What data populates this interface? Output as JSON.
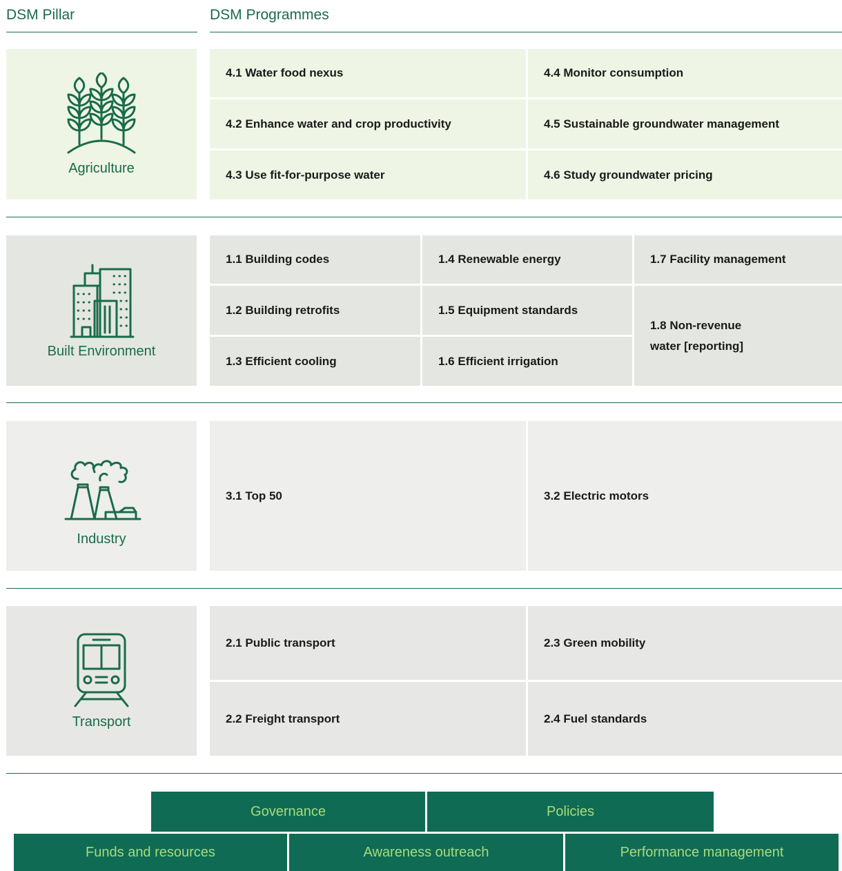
{
  "header": {
    "pillar_title": "DSM Pillar",
    "programmes_title": "DSM Programmes"
  },
  "pillars": [
    {
      "label": "Agriculture",
      "icon": "wheat-icon",
      "programmes": [
        "4.1 Water food nexus",
        "4.4 Monitor consumption",
        "4.2 Enhance water and crop productivity",
        "4.5 Sustainable groundwater management",
        "4.3 Use fit-for-purpose water",
        "4.6 Study groundwater pricing"
      ]
    },
    {
      "label": "Built Environment",
      "icon": "buildings-icon",
      "programmes": [
        "1.1 Building codes",
        "1.4 Renewable energy",
        "1.7 Facility management",
        "1.2 Building retrofits",
        "1.5 Equipment standards",
        "1.3 Efficient cooling",
        "1.6 Efficient irrigation",
        "1.8 Non-revenue water [reporting]"
      ]
    },
    {
      "label": "Industry",
      "icon": "factory-icon",
      "programmes": [
        "3.1 Top 50",
        "3.2 Electric motors"
      ]
    },
    {
      "label": "Transport",
      "icon": "train-icon",
      "programmes": [
        "2.1 Public transport",
        "2.3 Green mobility",
        "2.2 Freight transport",
        "2.4 Fuel standards"
      ]
    }
  ],
  "enablers": {
    "governance": "Governance",
    "policies": "Policies",
    "funds": "Funds and resources",
    "awareness": "Awareness outreach",
    "performance": "Performance management"
  },
  "colors": {
    "accent": "#1a6b4a",
    "enabler_bg": "#0f6b53",
    "enabler_text": "#a8db7a",
    "agriculture_bg": "#eef5e4",
    "built_bg": "#e4e7e1",
    "industry_bg": "#eeeeec",
    "transport_bg": "#e7e8e5"
  }
}
